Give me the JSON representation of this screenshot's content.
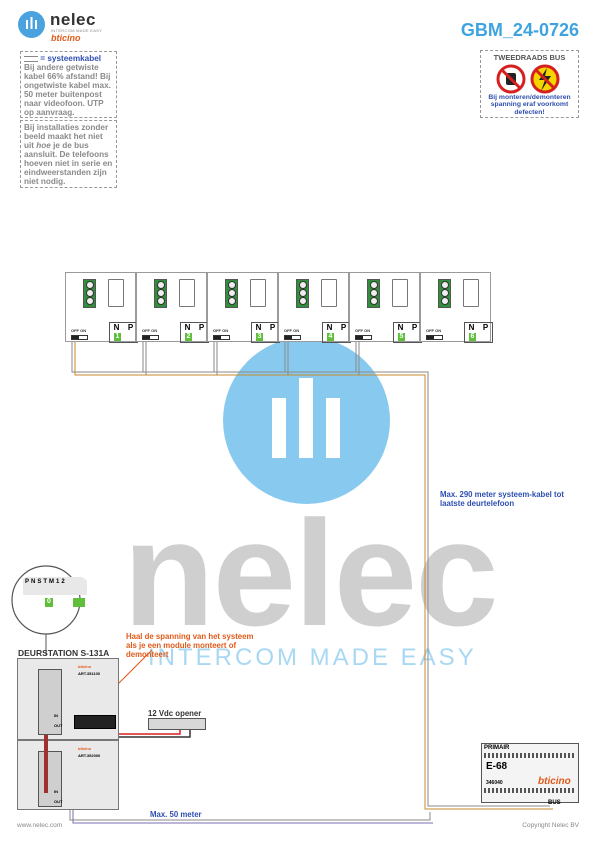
{
  "header": {
    "logo_word": "nelec",
    "logo_tagline": "INTERCOM MADE EASY",
    "logo_brand": "bticino",
    "doc_title": "GBM_24-0726"
  },
  "notes": {
    "cable_legend": "= systeemkabel",
    "cable_text": "Bij andere getwiste kabel 66% afstand! Bij ongetwiste kabel max. 50 meter buitenpost naar videofoon. UTP op aanvraag.",
    "install_text_1": "Bij installaties zonder beeld maakt het niet uit",
    "install_text_em": "hoe",
    "install_text_2": "je de bus aansluit. De telefoons hoeven niet in serie en eindweerstanden zijn niet nodig."
  },
  "warning": {
    "title": "TWEEDRAADS BUS",
    "text": "Bij monteren/demonteren spanning eraf voorkomt defecten!"
  },
  "phones": [
    {
      "label_n": "N",
      "label_p": "P",
      "number": "1",
      "switch": "OFF ON"
    },
    {
      "label_n": "N",
      "label_p": "P",
      "number": "2",
      "switch": "OFF ON"
    },
    {
      "label_n": "N",
      "label_p": "P",
      "number": "3",
      "switch": "OFF ON"
    },
    {
      "label_n": "N",
      "label_p": "P",
      "number": "4",
      "switch": "OFF ON"
    },
    {
      "label_n": "N",
      "label_p": "P",
      "number": "5",
      "switch": "OFF ON"
    },
    {
      "label_n": "N",
      "label_p": "P",
      "number": "6",
      "switch": "OFF ON"
    }
  ],
  "annotations": {
    "max290": "Max. 290 meter systeem-kabel tot laatste deurtelefoon",
    "haal": "Haal de spanning van het systeem als je een module monteert of demonteert",
    "opener": "12 Vdc opener",
    "max50": "Max. 50 meter"
  },
  "door_station": {
    "title": "DEURSTATION S-131A",
    "zoom_labels": [
      "P",
      "N",
      "S",
      "T",
      "M",
      "1",
      "2"
    ],
    "zoom_number": "0",
    "module1_code": "ART.351100",
    "module2_code": "ART.352000",
    "in_label": "IN",
    "out_label": "OUT"
  },
  "power_supply": {
    "primair": "PRIMAIR",
    "model": "E-68",
    "code": "346040",
    "brand": "bticino",
    "bus": "BUS"
  },
  "footer": {
    "left": "www.nelec.com",
    "right": "Copyright Nelec BV"
  },
  "watermark": {
    "word": "nelec",
    "tagline": "INTERCOM MADE EASY"
  },
  "colors": {
    "accent_blue": "#3fa3e0",
    "text_blue": "#2f4fb0",
    "orange": "#e05a1a",
    "green": "#5fbe3a"
  }
}
